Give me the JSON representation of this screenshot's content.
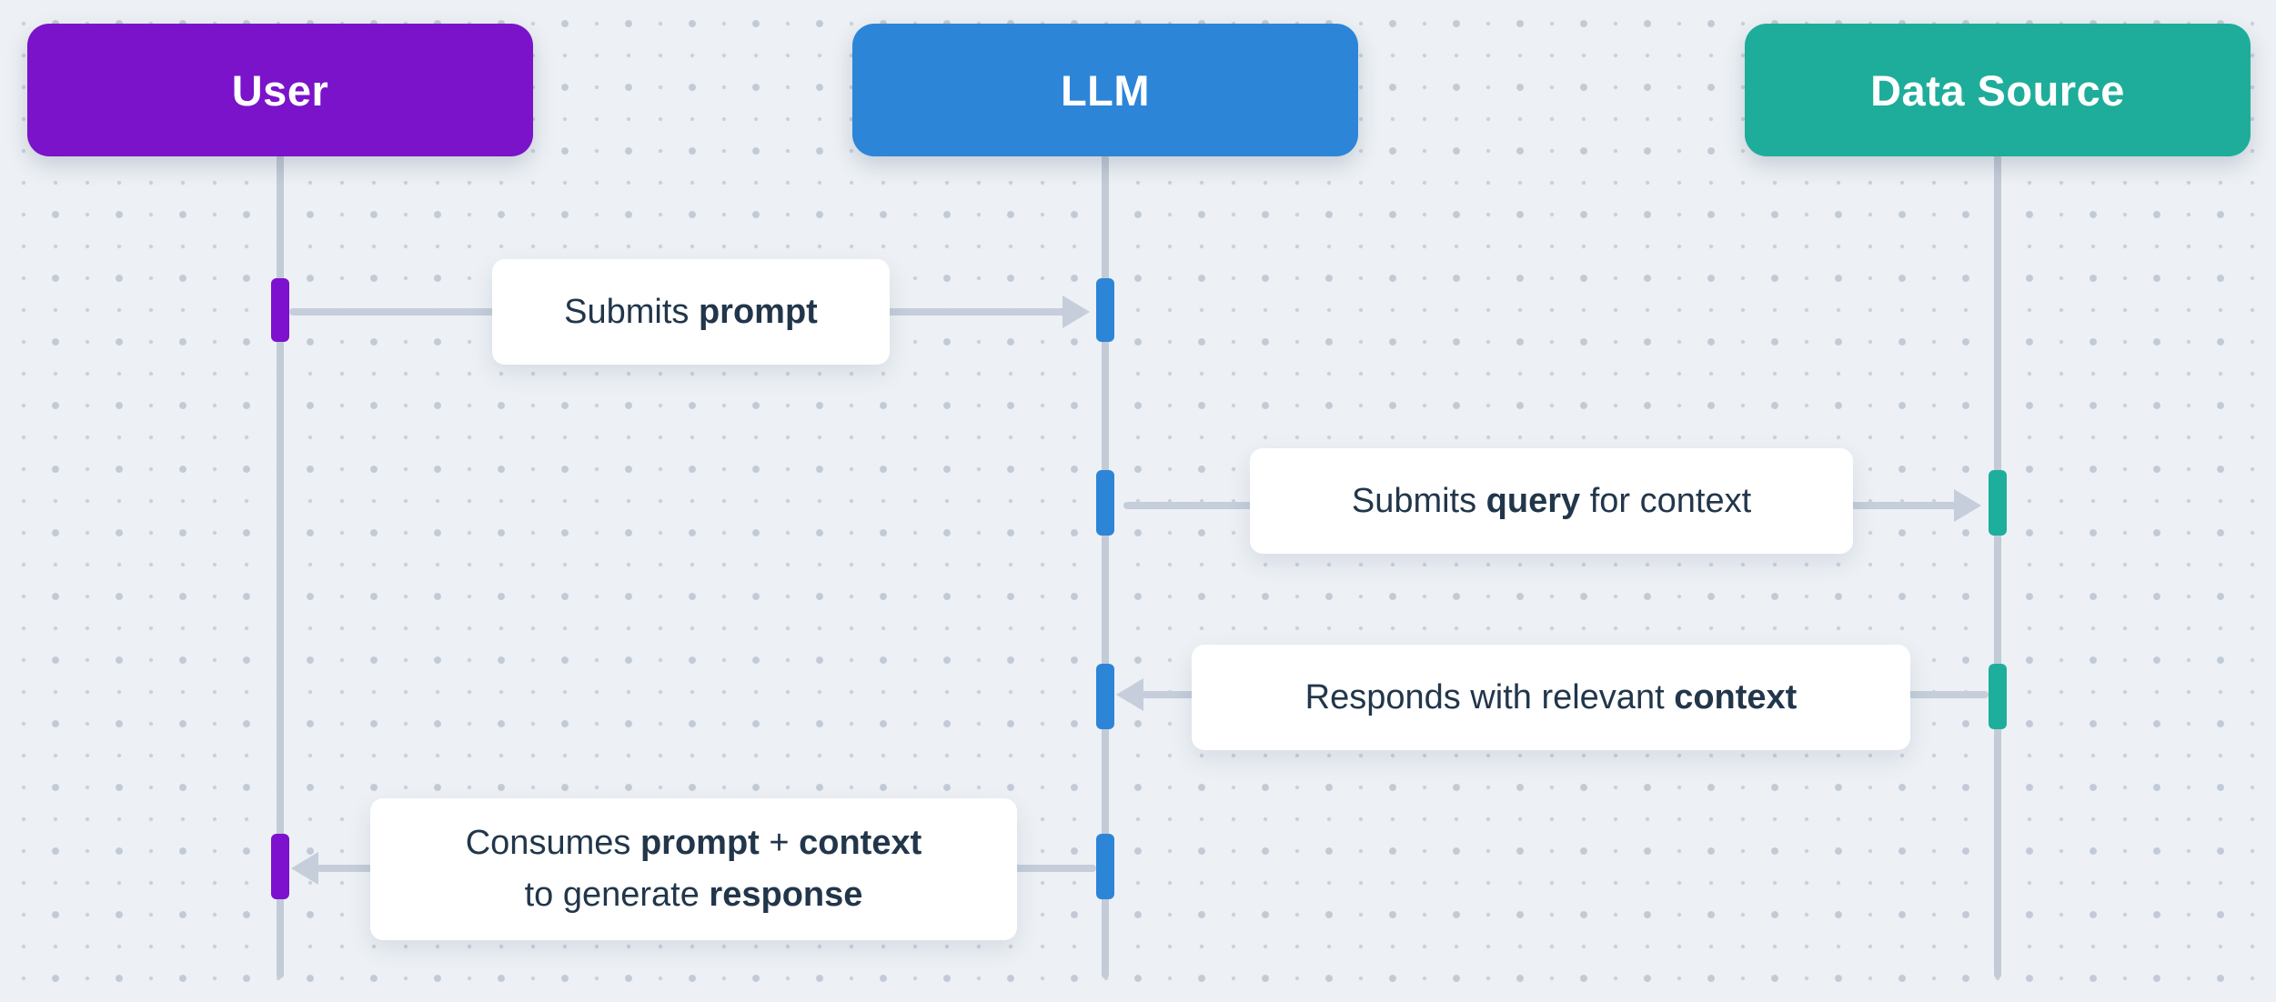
{
  "diagram": {
    "type": "sequence",
    "actors": [
      {
        "id": "user",
        "label": "User"
      },
      {
        "id": "llm",
        "label": "LLM"
      },
      {
        "id": "data_source",
        "label": "Data Source"
      }
    ],
    "messages": [
      {
        "from": "User",
        "to": "LLM",
        "direction": "right",
        "segments": [
          {
            "text": "Submits "
          },
          {
            "text": "prompt",
            "bold": true
          }
        ]
      },
      {
        "from": "LLM",
        "to": "Data Source",
        "direction": "right",
        "segments": [
          {
            "text": "Submits "
          },
          {
            "text": "query",
            "bold": true
          },
          {
            "text": " for context"
          }
        ]
      },
      {
        "from": "Data Source",
        "to": "LLM",
        "direction": "left",
        "segments": [
          {
            "text": "Responds with relevant "
          },
          {
            "text": "context",
            "bold": true
          }
        ]
      },
      {
        "from": "LLM",
        "to": "User",
        "direction": "left",
        "segments": [
          {
            "text": "Consumes "
          },
          {
            "text": "prompt",
            "bold": true
          },
          {
            "text": " + "
          },
          {
            "text": "context",
            "bold": true
          },
          {
            "break": true
          },
          {
            "text": "to generate "
          },
          {
            "text": "response",
            "bold": true
          }
        ]
      }
    ],
    "colors": {
      "bg": "#edf1f5",
      "dot-big": "#c2cbd5",
      "dot-small": "#c9d2db",
      "purple": "#7a13c9",
      "purple-bar": "#7d11cd",
      "blue": "#2d85d8",
      "blue-bar": "#2d85d8",
      "teal": "#1ead9a",
      "teal-bar": "#1daf9b",
      "line": "#c2cbd6",
      "arrow": "#c5ceda",
      "text": "#22364b"
    }
  }
}
